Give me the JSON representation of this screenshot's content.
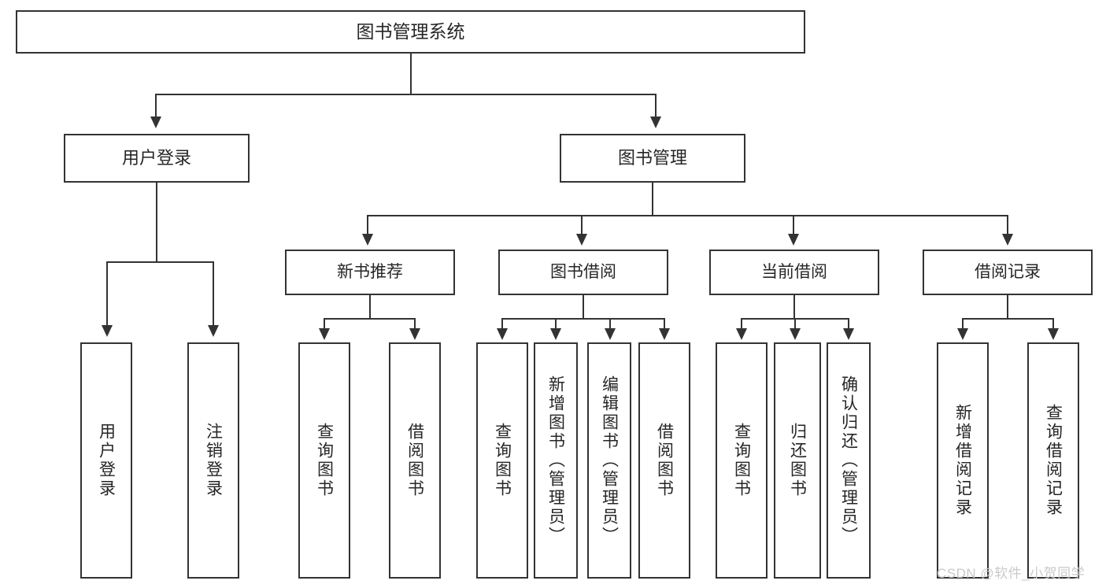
{
  "diagram": {
    "title": "图书管理系统",
    "type": "hierarchy-tree",
    "background_color": "#ffffff",
    "box_border_color": "#333333",
    "text_color": "#262626",
    "root": {
      "label": "图书管理系统"
    },
    "level2": [
      {
        "label": "用户登录"
      },
      {
        "label": "图书管理"
      }
    ],
    "level3": [
      {
        "label": "新书推荐"
      },
      {
        "label": "图书借阅"
      },
      {
        "label": "当前借阅"
      },
      {
        "label": "借阅记录"
      }
    ],
    "leaves": {
      "user_login": [
        {
          "label": "用户登录"
        },
        {
          "label": "注销登录"
        }
      ],
      "new_book_recommend": [
        {
          "label": "查询图书"
        },
        {
          "label": "借阅图书"
        }
      ],
      "book_borrow": [
        {
          "label": "查询图书"
        },
        {
          "label": "新增图书（管理员）"
        },
        {
          "label": "编辑图书（管理员）"
        },
        {
          "label": "借阅图书"
        }
      ],
      "current_borrow": [
        {
          "label": "查询图书"
        },
        {
          "label": "归还图书"
        },
        {
          "label": "确认归还（管理员）"
        }
      ],
      "borrow_record": [
        {
          "label": "新增借阅记录"
        },
        {
          "label": "查询借阅记录"
        }
      ]
    }
  },
  "watermark": {
    "text": "CSDN @软件_小贺同学",
    "color": "#c9c9c9"
  }
}
